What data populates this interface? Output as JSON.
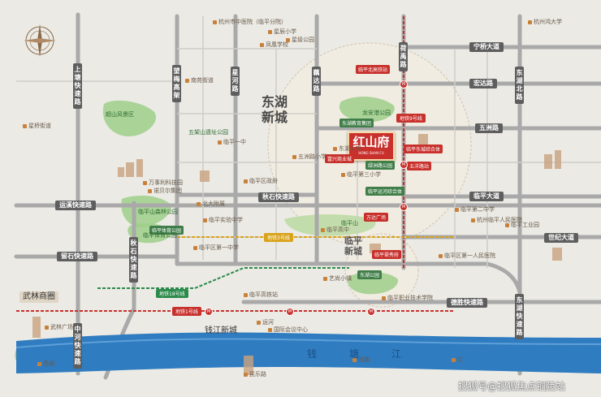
{
  "districts": {
    "donghu_line1": "东湖",
    "donghu_line2": "新城",
    "linping_line1": "临平",
    "linping_line2": "新城",
    "wulin": "武林商圈",
    "qianjiang": "钱江新城"
  },
  "project": {
    "name": "红山府",
    "sub": "HONG SHAN FU"
  },
  "roads_vertical": [
    {
      "name": "上塘快速路",
      "id": "shangtang"
    },
    {
      "name": "秋石快速路",
      "id": "qiushi"
    },
    {
      "name": "中河快速路",
      "id": "zhonghe"
    },
    {
      "name": "望梅高架",
      "id": "wangmei"
    },
    {
      "name": "星河路",
      "id": "xinghe"
    },
    {
      "name": "藕达路",
      "id": "ouda"
    },
    {
      "name": "荷禹路",
      "id": "heyu"
    },
    {
      "name": "东湖北路",
      "id": "donghubei"
    },
    {
      "name": "东湖快速路",
      "id": "donghukuaisu"
    }
  ],
  "roads_horizontal": [
    {
      "name": "宁桥大道",
      "id": "ningqiao"
    },
    {
      "name": "宏达路",
      "id": "hongda"
    },
    {
      "name": "五洲路",
      "id": "wuzhou"
    },
    {
      "name": "秋石快速路",
      "id": "qiushi-h"
    },
    {
      "name": "临平大道",
      "id": "linping"
    },
    {
      "name": "世纪大道",
      "id": "shiji"
    },
    {
      "name": "运溪快速路",
      "id": "yunxi"
    },
    {
      "name": "留石快速路",
      "id": "liushi"
    },
    {
      "name": "德胜快速路",
      "id": "desheng"
    }
  ],
  "metro": {
    "line9": "地铁9号线",
    "line3": "地铁3号线",
    "line18": "地铁18号线",
    "line1": "地铁1号线"
  },
  "chips": {
    "lvzhou": "绿洲路公园",
    "wuyang": "五洋路站",
    "linping_north": "临平北高铁站",
    "linping_dongcheng": "临平东城综合体",
    "fupin": "富兴商业城",
    "yunhe": "临平运河综合体",
    "wanda": "万达广场",
    "donghu_park": "东湖公园",
    "tiyu": "临平体育公园",
    "xiangfu": "临平翠秀府",
    "dongjiaoyu": "东湖教育集团"
  },
  "parks": {
    "chaoshan": "超山风景区",
    "wujia": "五架山遗址公园",
    "linping_park": "临平山森林公园",
    "tiyu_park": "临平体育公园",
    "longan": "龙安港公园",
    "linping_shan": "临平山"
  },
  "pois": [
    "杭州市中医院（临平分院）",
    "星辰小学",
    "星级公园",
    "杭州鸿大学",
    "临平区第一人民医院",
    "临平职业技术学院",
    "南苑街道",
    "临平高铁站",
    "临平区第一中学",
    "临平实验中学",
    "临平高中",
    "临平第二中学",
    "临平第三小学",
    "万事利科技园",
    "诺贝尔集团",
    "星桥街道",
    "国际会议中心",
    "艺尚小镇",
    "临平一中",
    "杭州临平人民医院",
    "钱塘",
    "江",
    "运河",
    "西湖",
    "武林广场",
    "民乐路",
    "北大附属",
    "五洲路小学",
    "东湖小学",
    "临平区政府",
    "临平工业园",
    "凤凰学校"
  ],
  "river": [
    "钱",
    "塘",
    "江"
  ],
  "watermark": "搜狐号@搜狐焦点铜陵站",
  "colors": {
    "background": "#ebeae5",
    "road_gray": "#5e5e5e",
    "river_blue": "#2f7cc0",
    "brand_red": "#c8302c",
    "park_green": "#7cbf6a",
    "metro9": "#c8302c",
    "metro3": "#d9a31a",
    "metro18": "#2c8a4b",
    "metro1": "#c8302c"
  }
}
